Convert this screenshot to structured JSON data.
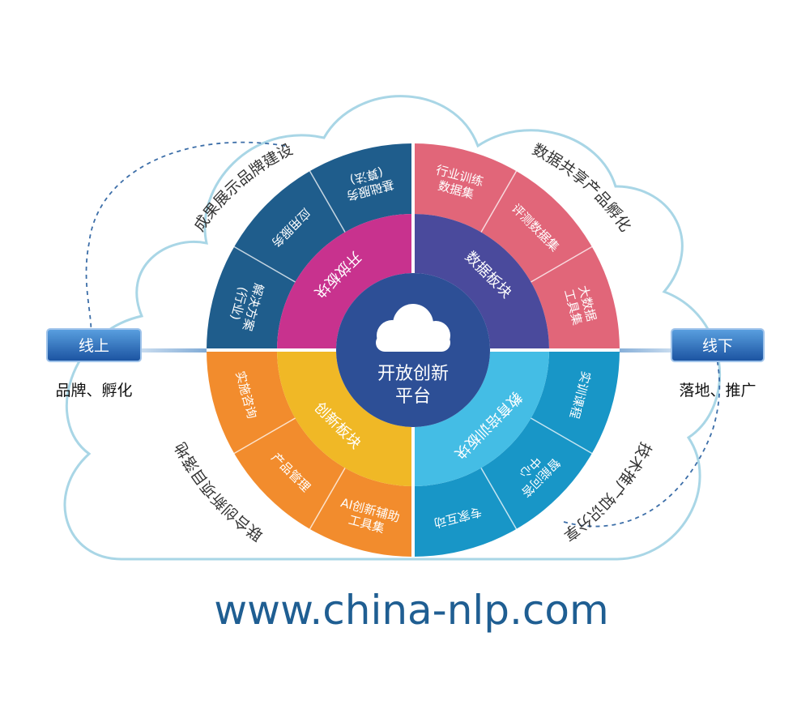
{
  "center": {
    "line1": "开放创新",
    "line2": "平台",
    "icon": "cloud-icon"
  },
  "quadrants": [
    {
      "key": "open",
      "title": "开放板块",
      "outer_color": "#1f5d8c",
      "inner_color": "#c8328e",
      "items": [
        [
          "解决方案",
          "(行业)"
        ],
        [
          "应用服务"
        ],
        [
          "基础服务",
          "(算法)"
        ]
      ]
    },
    {
      "key": "data",
      "title": "数据板块",
      "outer_color": "#e16679",
      "inner_color": "#4a4a9c",
      "items": [
        [
          "行业训练",
          "数据集"
        ],
        [
          "评测数据集"
        ],
        [
          "大数据",
          "工具集"
        ]
      ]
    },
    {
      "key": "edu",
      "title": "教育培训板块",
      "outer_color": "#1896c7",
      "inner_color": "#44bde5",
      "items": [
        [
          "实训课程"
        ],
        [
          "智能问答",
          "中心"
        ],
        [
          "专家互动"
        ]
      ]
    },
    {
      "key": "innov",
      "title": "创新板块",
      "outer_color": "#f28c2d",
      "inner_color": "#f0b826",
      "items": [
        [
          "AI创新辅助",
          "工具集"
        ],
        [
          "产品管理"
        ],
        [
          "实施咨询"
        ]
      ]
    }
  ],
  "ring_labels": {
    "top_left": "成果展示品牌建设",
    "top_right": "数据共享产品孵化",
    "bottom_right": "技术推广知识分享",
    "bottom_left": "联合创新项目落地"
  },
  "left_tag": {
    "label": "线上",
    "caption": "品牌、孵化"
  },
  "right_tag": {
    "label": "线下",
    "caption": "落地、推广"
  },
  "url": "www.china-nlp.com",
  "colors": {
    "center": "#2d4f96",
    "cloud_outline": "#a9d6e6",
    "tag_bg": "#1f5fa8",
    "url": "#1f5e92"
  }
}
